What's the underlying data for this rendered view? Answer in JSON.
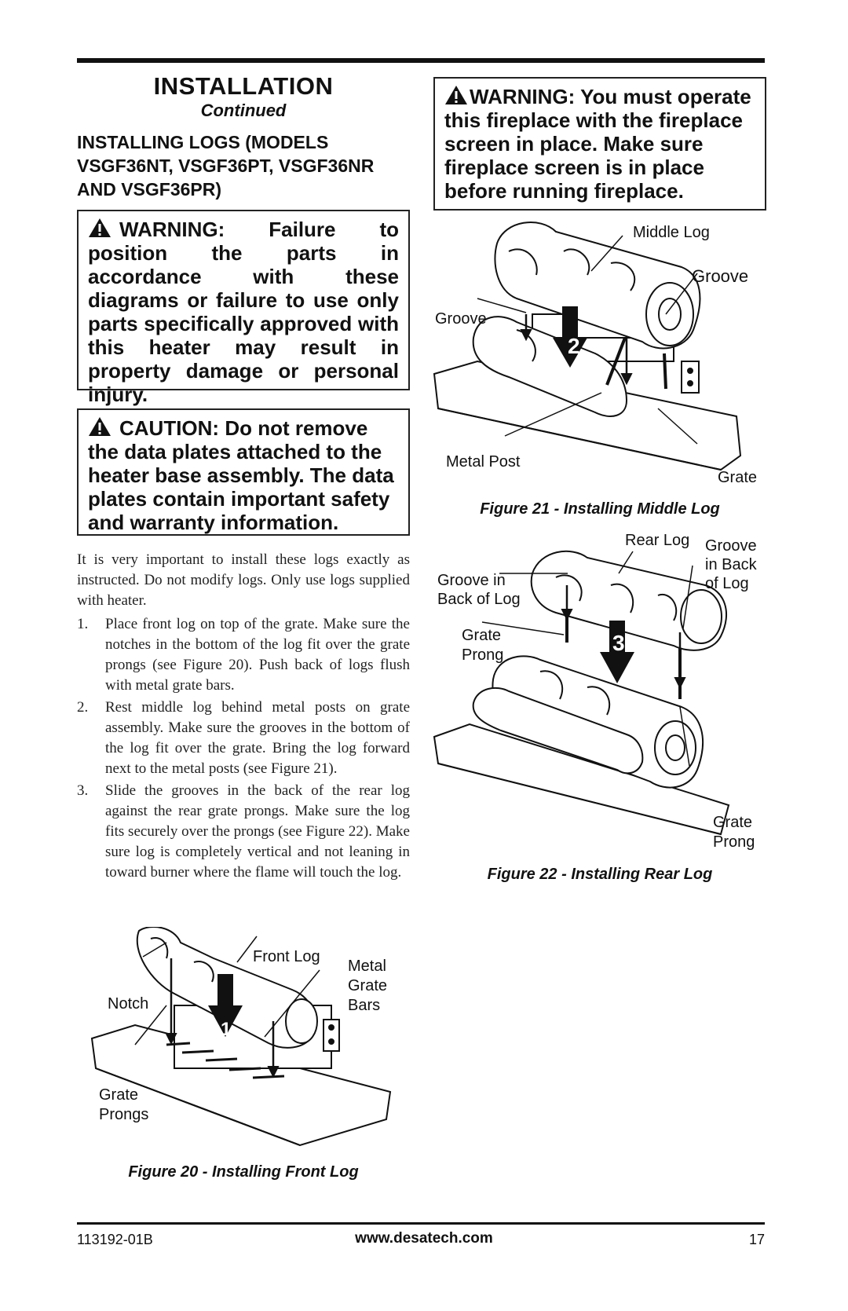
{
  "header": {
    "title": "INSTALLATION",
    "subtitle": "Continued",
    "subheading": "INSTALLING LOGS (MODELS VSGF36NT, VSGF36PT, VSGF36NR AND VSGF36PR)"
  },
  "warnings": {
    "failure": "WARNING: Failure to position the parts in accordance with these diagrams or failure to use only parts specifically approved with this heater may result in property damage or personal injury.",
    "caution": "CAUTION: Do not remove the data plates attached to the heater base assembly. The data plates contain important safety and warranty information.",
    "screen": "WARNING: You must operate this fireplace with the fireplace screen in place. Make sure fireplace screen is in place before running fireplace."
  },
  "body": {
    "intro": "It is very important to install these logs exactly as instructed. Do not modify logs. Only use logs supplied with heater.",
    "steps": [
      {
        "num": "1.",
        "text": "Place front log on top of the grate. Make sure the notches in the bottom of the log fit over the grate prongs (see Figure 20). Push back of logs flush with metal grate bars."
      },
      {
        "num": "2.",
        "text": "Rest middle log behind metal posts on grate assembly. Make sure the grooves in the bottom of the log fit over the grate. Bring the log forward next to the metal posts (see Figure 21)."
      },
      {
        "num": "3.",
        "text": "Slide the grooves in the back of the rear log against the rear grate prongs. Make sure the log fits securely over the prongs (see Figure 22). Make sure log is completely vertical and not leaning in toward burner where the flame will touch the log."
      }
    ]
  },
  "figure21": {
    "caption": "Figure 21 - Installing Middle Log",
    "labels": {
      "middle_log": "Middle Log",
      "groove_right": "Groove",
      "groove_left": "Groove",
      "metal_post": "Metal Post",
      "grate": "Grate",
      "step": "2"
    }
  },
  "figure22": {
    "caption": "Figure 22 - Installing Rear Log",
    "labels": {
      "rear_log": "Rear Log",
      "groove_back_1": "Groove",
      "groove_back_2": "in Back",
      "groove_back_3": "of Log",
      "groove_in_1": "Groove in",
      "groove_in_2": "Back of Log",
      "grate_prong_1a": "Grate",
      "grate_prong_1b": "Prong",
      "grate_prong_2a": "Grate",
      "grate_prong_2b": "Prong",
      "step": "3"
    }
  },
  "figure20": {
    "caption": "Figure 20 - Installing Front Log",
    "labels": {
      "front_log": "Front Log",
      "notch": "Notch",
      "metal_1": "Metal",
      "metal_2": "Grate",
      "metal_3": "Bars",
      "prongs_1": "Grate",
      "prongs_2": "Prongs",
      "step": "1"
    }
  },
  "footer": {
    "doc_number": "113192-01B",
    "website": "www.desatech.com",
    "page": "17"
  }
}
